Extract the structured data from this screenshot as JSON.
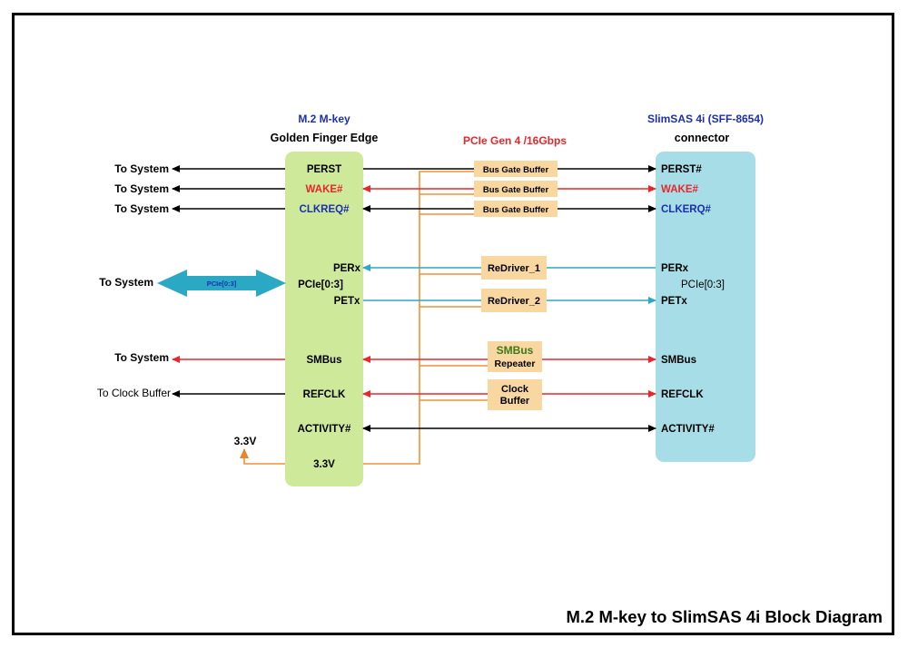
{
  "left_connector": {
    "title": "M.2 M-key",
    "subtitle": "Golden Finger Edge",
    "pins": {
      "perst": "PERST",
      "wake": "WAKE#",
      "clkreq": "CLKREQ#",
      "perx": "PERx",
      "pcie": "PCIe[0:3]",
      "petx": "PETx",
      "smbus": "SMBus",
      "refclk": "REFCLK",
      "activity": "ACTIVITY#",
      "v33": "3.3V"
    }
  },
  "right_connector": {
    "title": "SlimSAS 4i (SFF-8654)",
    "subtitle": "connector",
    "pins": {
      "perst": "PERST#",
      "wake": "WAKE#",
      "clkreq": "CLKERQ#",
      "perx": "PERx",
      "pcie": "PCIe[0:3]",
      "petx": "PETx",
      "smbus": "SMBus",
      "refclk": "REFCLK",
      "activity": "ACTIVITY#"
    }
  },
  "middle": {
    "header": "PCIe Gen 4 /16Gbps",
    "bus_gate_1": "Bus Gate Buffer",
    "bus_gate_2": "Bus Gate Buffer",
    "bus_gate_3": "Bus Gate Buffer",
    "redriver_1": "ReDriver_1",
    "redriver_2": "ReDriver_2",
    "smbus_repeater_line1": "SMBus",
    "smbus_repeater_line2": "Repeater",
    "clock_buffer_line1": "Clock",
    "clock_buffer_line2": "Buffer"
  },
  "left_side": {
    "to_system_1": "To System",
    "to_system_2": "To System",
    "to_system_3": "To System",
    "to_system_pcie": "To System",
    "pcie_arrow_label": "PCIe[0:3]",
    "to_system_smbus": "To System",
    "to_clock_buffer": "To Clock Buffer",
    "v33": "3.3V"
  },
  "footer_title": "M.2 M-key to SlimSAS 4i Block Diagram",
  "colors": {
    "m2_box": "#cfe99b",
    "slimsas_box": "#a7dde6",
    "buffer_box": "#f8d7a0",
    "orange_line": "#f0913a",
    "red_signal": "#e8262c",
    "cyan_signal": "#2aa8c4",
    "blue_title": "#1c2fae",
    "red_title": "#e8262c",
    "green_text": "#3b7a1a"
  }
}
